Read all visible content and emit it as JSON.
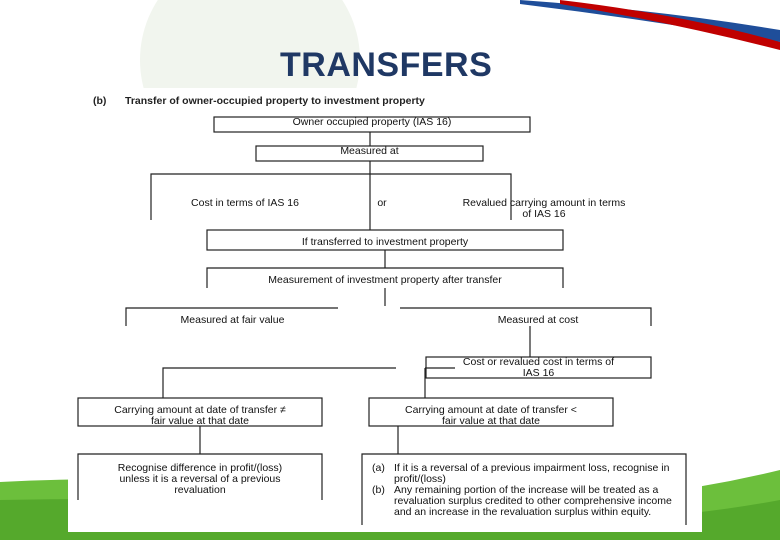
{
  "slide": {
    "title": "TRANSFERS",
    "subtitle_label": "(b)",
    "subtitle": "Transfer of owner-occupied property to investment property"
  },
  "flow": {
    "owner_occupied": "Owner occupied property (IAS 16)",
    "measured_at": "Measured at",
    "cost_terms": "Cost in terms of IAS 16",
    "or": "or",
    "revalued_line1": "Revalued carrying amount in terms",
    "revalued_line2": "of IAS 16",
    "if_transferred": "If transferred to investment property",
    "measurement_after": "Measurement of investment property after transfer",
    "fair_value": "Measured at fair value",
    "at_cost": "Measured at cost",
    "cost_revalued_line1": "Cost or revalued cost in terms of",
    "cost_revalued_line2": "IAS 16",
    "carrying_left_line1": "Carrying amount at date of transfer ≠",
    "carrying_left_line2": "fair value at that date",
    "carrying_right_line1": "Carrying amount at date of transfer <",
    "carrying_right_line2": "fair value at that date",
    "recognise_line1": "Recognise difference in profit/(loss)",
    "recognise_line2": "unless it is a reversal of a previous",
    "recognise_line3": "revaluation",
    "item_a_marker": "(a)",
    "item_a": "If it is a reversal of a previous impairment loss, recognise in profit/(loss)",
    "item_b_marker": "(b)",
    "item_b": "Any remaining portion of the increase will be treated as a revaluation surplus credited to other comprehensive income and an increase in the revaluation surplus within equity."
  },
  "colors": {
    "title": "#1f3864",
    "accent_red": "#c00000",
    "accent_blue": "#1f4e9a",
    "green": "#6cbf3c"
  }
}
